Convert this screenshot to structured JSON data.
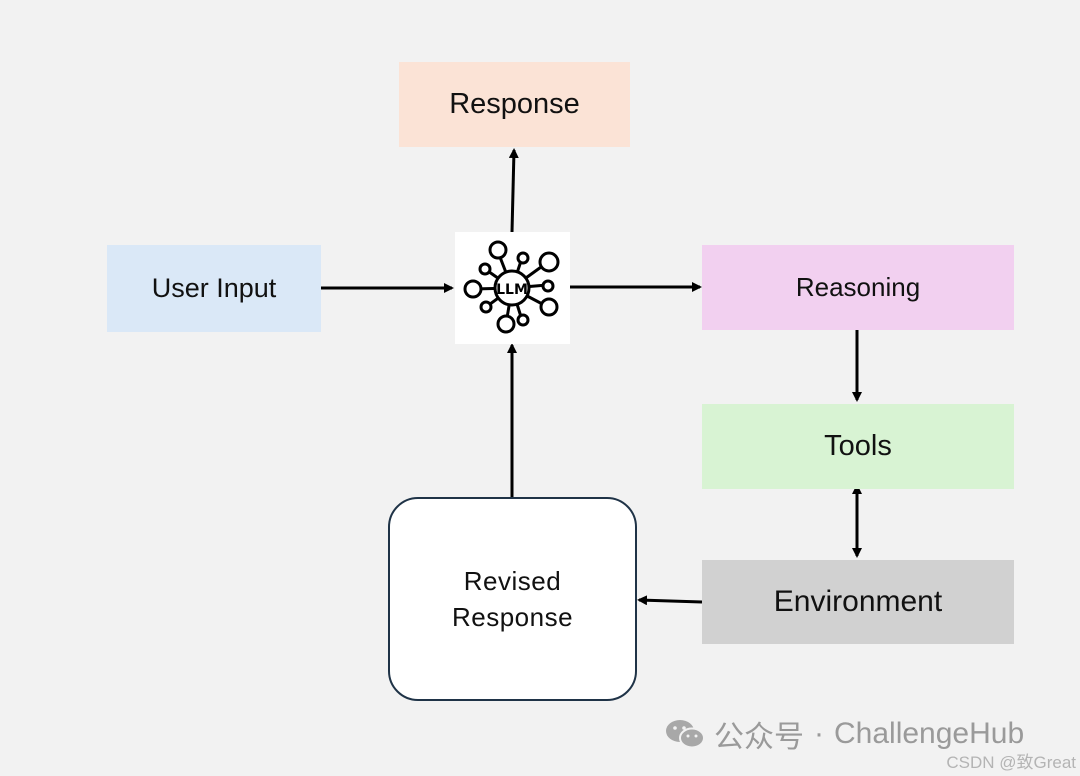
{
  "diagram": {
    "nodes": {
      "response": "Response",
      "user_input": "User Input",
      "llm": "LLM",
      "reasoning": "Reasoning",
      "tools": "Tools",
      "environment": "Environment",
      "revised_response_line1": "Revised",
      "revised_response_line2": "Response"
    },
    "edges": [
      {
        "from": "user_input",
        "to": "llm",
        "direction": "forward"
      },
      {
        "from": "llm",
        "to": "response",
        "direction": "forward"
      },
      {
        "from": "llm",
        "to": "reasoning",
        "direction": "forward"
      },
      {
        "from": "reasoning",
        "to": "tools",
        "direction": "forward"
      },
      {
        "from": "tools",
        "to": "environment",
        "direction": "bidirectional"
      },
      {
        "from": "environment",
        "to": "revised_response",
        "direction": "forward"
      },
      {
        "from": "revised_response",
        "to": "llm",
        "direction": "forward"
      }
    ],
    "colors": {
      "response": "#fbe3d6",
      "user_input": "#dae8f7",
      "reasoning": "#f2d0f0",
      "tools": "#d8f3d3",
      "environment": "#d1d1d1",
      "revised_response": "#ffffff",
      "arrow": "#000000"
    },
    "icons": {
      "llm": "neural-network-icon"
    }
  },
  "watermark": {
    "wechat_label": "公众号",
    "separator": "·",
    "account": "ChallengeHub",
    "csdn": "CSDN @致Great"
  }
}
